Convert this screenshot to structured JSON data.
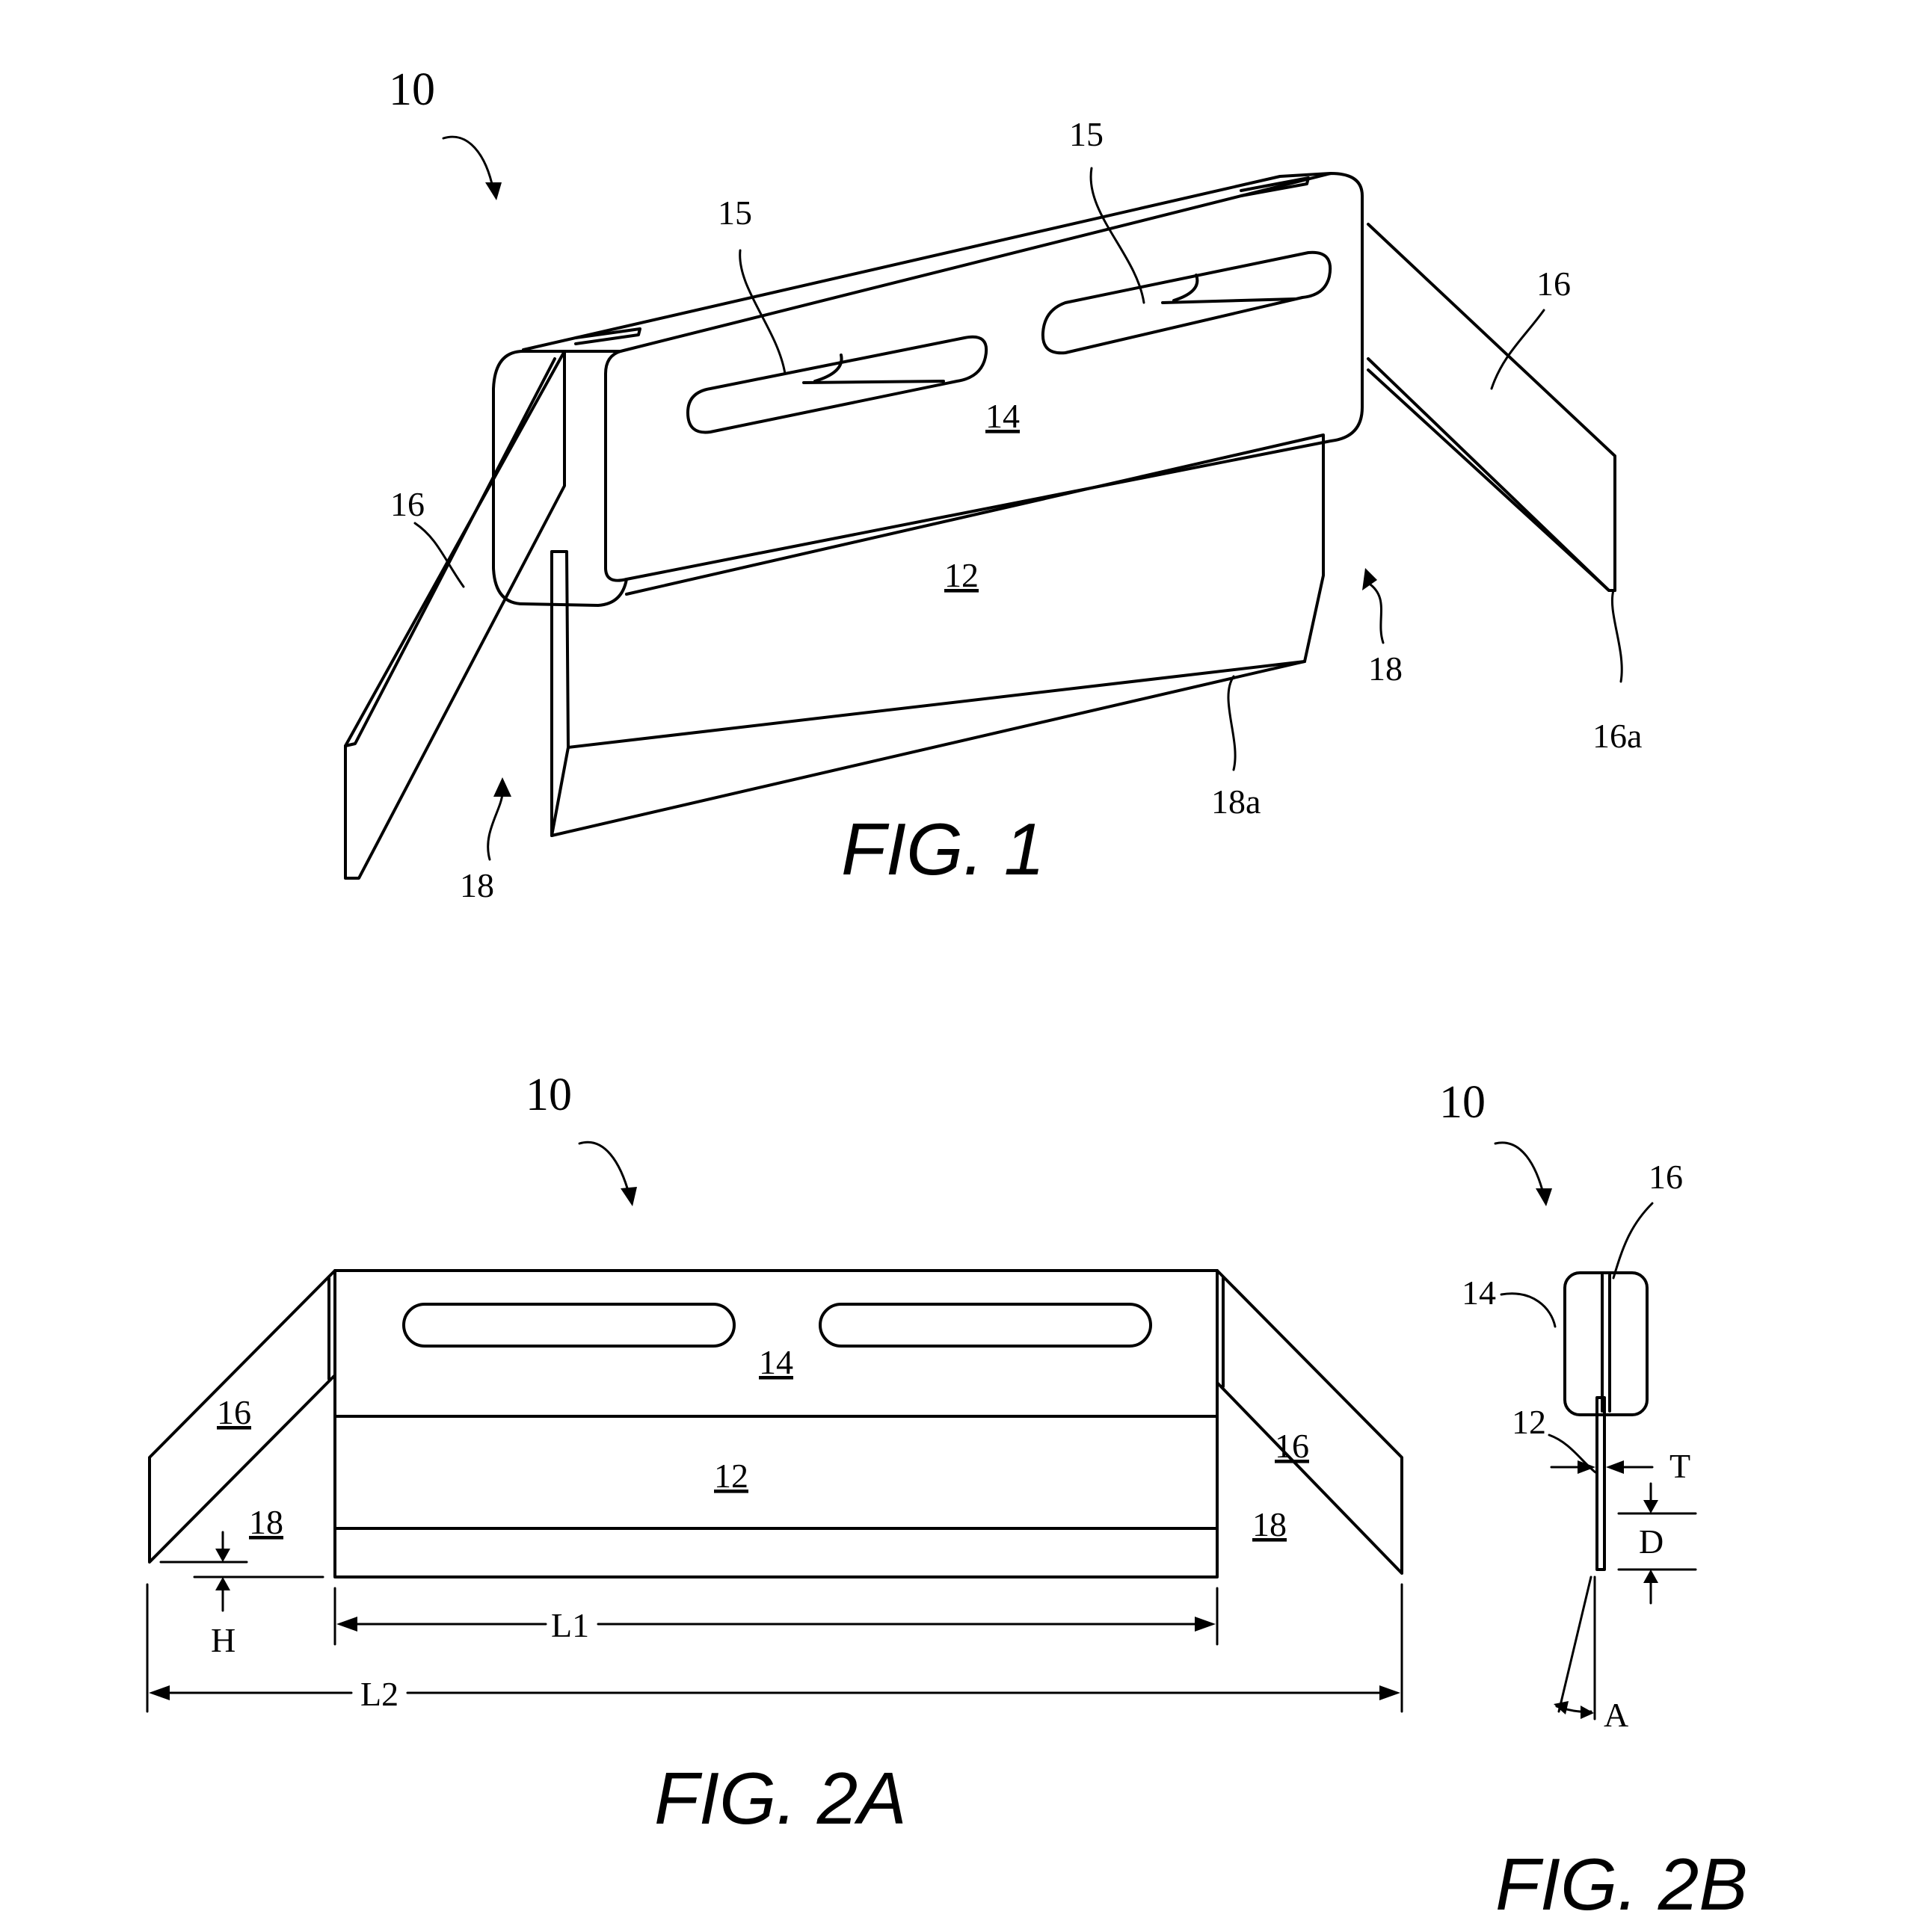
{
  "fig1": {
    "caption": "FIG. 1",
    "device": "10",
    "slot_left": "15",
    "slot_right": "15",
    "plate": "14",
    "blade": "12",
    "wing_left": "16",
    "wing_right": "16",
    "wing_edge": "16a",
    "blade_edge": "18a",
    "edge_left": "18",
    "edge_right": "18"
  },
  "fig2a": {
    "caption": "FIG. 2A",
    "device": "10",
    "plate": "14",
    "blade": "12",
    "wing_left": "16",
    "wing_right": "16",
    "edge_left": "18",
    "edge_right": "18",
    "dim_height": "H",
    "dim_l1": "L1",
    "dim_l2": "L2"
  },
  "fig2b": {
    "caption": "FIG. 2B",
    "device": "10",
    "wing": "16",
    "plate": "14",
    "blade": "12",
    "dim_thickness": "T",
    "dim_depth": "D",
    "dim_angle": "A"
  }
}
